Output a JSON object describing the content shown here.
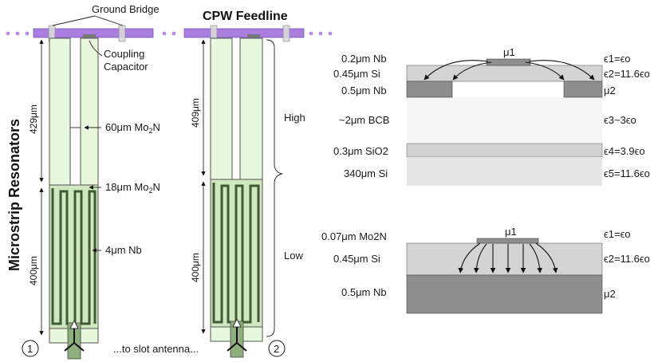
{
  "labels": {
    "ground_bridge": "Ground Bridge",
    "cpw_feedline": "CPW Feedline",
    "coupling_capacitor_line1": "Coupling",
    "coupling_capacitor_line2": "Capacitor",
    "microstrip_resonators": "Microstrip Resonators",
    "dim_429": "429μm",
    "dim_400_left": "400μm",
    "dim_409": "409μm",
    "dim_400_right": "400μm",
    "width_60_prefix": "60μm Mo",
    "width_18_prefix": "18μm Mo",
    "n_suffix": "N",
    "sub2": "2",
    "width_4": "4μm Nb",
    "high": "High",
    "low": "Low",
    "to_slot_antenna": "...to slot antenna...",
    "circle_1": "1",
    "circle_2": "2"
  },
  "stack_top": {
    "layers": [
      {
        "name": "0.2μm Nb",
        "eps": "ϵ1=ϵo"
      },
      {
        "name": "0.45μm Si",
        "eps": "ϵ2=11.6ϵo"
      },
      {
        "name": "0.5μm Nb",
        "eps": "μ2"
      },
      {
        "name": "~2μm BCB",
        "eps": "ϵ3~3ϵo"
      },
      {
        "name": "0.3μm SiO2",
        "eps": "ϵ4=3.9ϵo"
      },
      {
        "name": "340μm Si",
        "eps": "ϵ5=11.6ϵo"
      }
    ],
    "mu1": "μ1"
  },
  "stack_bottom": {
    "layers": [
      {
        "name": "0.07μm Mo2N",
        "eps": "ϵ1=ϵo"
      },
      {
        "name": "0.45μm Si",
        "eps": "ϵ2=11.6ϵo"
      },
      {
        "name": "0.5μm Nb",
        "eps": "μ2"
      }
    ],
    "mu1": "μ1"
  },
  "colors": {
    "feedline": "#a97ee0",
    "resonator_fill": "#e8f8dc",
    "meander_fill": "#6e8c5e",
    "layer_dark": "#8e8e8e",
    "layer_mid": "#d4d4d4",
    "layer_light": "#ececec"
  }
}
